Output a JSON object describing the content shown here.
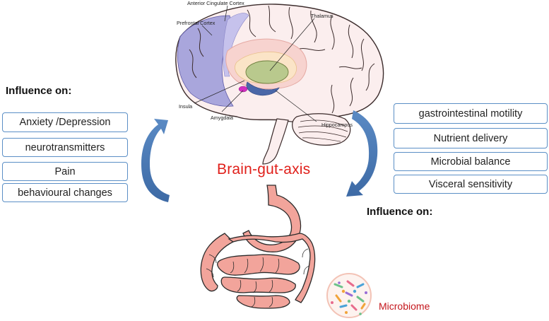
{
  "title": "Brain-gut-axis",
  "left_panel": {
    "heading": "Influence on:",
    "items": [
      "Anxiety /Depression",
      "neurotransmitters",
      "Pain",
      "behavioural changes"
    ]
  },
  "right_panel": {
    "heading": "Influence on:",
    "items": [
      "gastrointestinal motility",
      "Nutrient delivery",
      "Microbial balance",
      "Visceral sensitivity"
    ]
  },
  "brain_labels": {
    "acc": "Anterior Cingulate Cortex",
    "pfc": "Prefrontal Cortex",
    "thalamus": "Thalamus",
    "insula": "Insula",
    "amygdala": "Amygdala",
    "hippocampus": "Hippocampus"
  },
  "microbiome": {
    "label": "Microbiome"
  },
  "colors": {
    "box_border": "#5b8fc6",
    "arrow": "#4f81bd",
    "title": "#e0201b",
    "microbiome": "#c4161c",
    "gut": "#f2a49b",
    "prefrontal": "#a9a6dc"
  }
}
